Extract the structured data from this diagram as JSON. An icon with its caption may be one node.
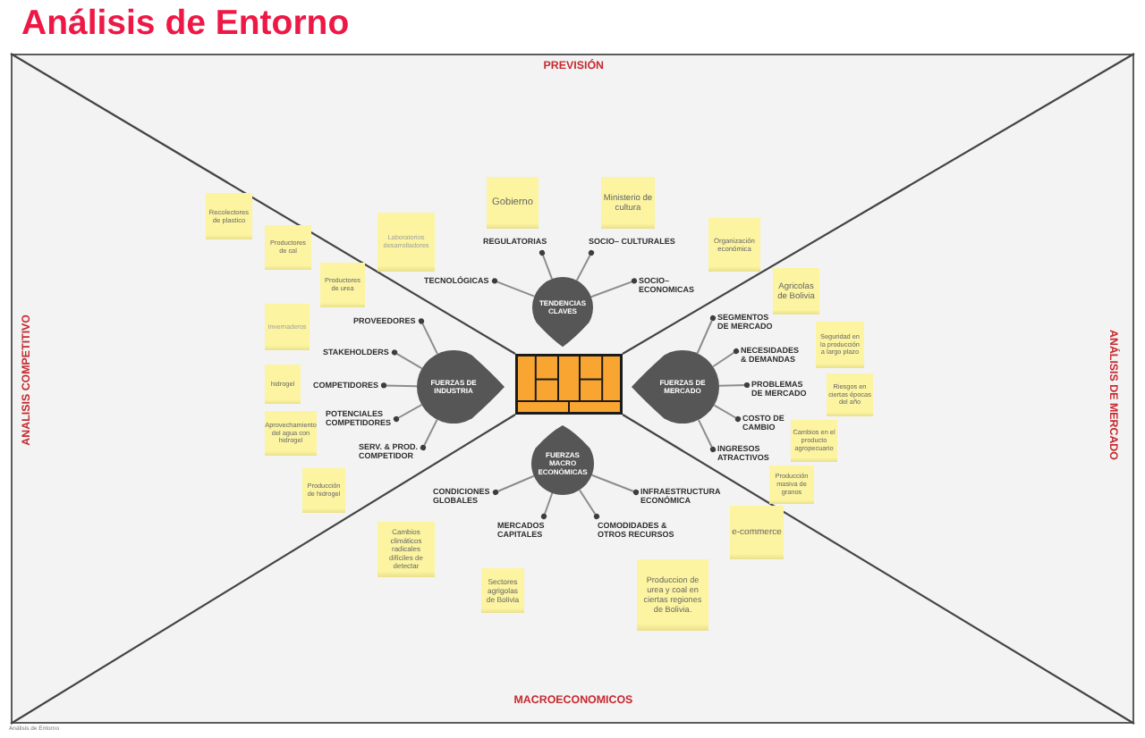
{
  "diagram": {
    "title": "Análisis de Entorno",
    "caption": "Análisis de Entorno",
    "nodes": [
      {
        "text": [],
        "shape": "box"
      },
      {
        "text": [
          "TENDENCIAS CLAVES"
        ]
      },
      {
        "text": [
          "REGULATORIAS"
        ]
      },
      {
        "text": [
          "SOCIO– CULTURALES"
        ]
      },
      {
        "text": [
          "TECNOLÓGICAS"
        ]
      },
      {
        "text": [
          "SOCIO– ECONOMICAS"
        ]
      },
      {
        "text": [
          "FUERZAS DE INDUSTRIA"
        ]
      },
      {
        "text": [
          "PROVEEDORES"
        ]
      },
      {
        "text": [
          "STAKEHOLDERS"
        ]
      },
      {
        "text": [
          "COMPETIDORES"
        ]
      },
      {
        "text": [
          "POTENCIALES COMPETIDORES"
        ]
      },
      {
        "text": [
          "SERV. & PROD. COMPETIDOR"
        ]
      },
      {
        "text": [
          "FUERZAS DE MERCADO"
        ]
      },
      {
        "text": [
          "SEGMENTOS DE MERCADO"
        ]
      },
      {
        "text": [
          "NECESIDADES & DEMANDAS"
        ]
      },
      {
        "text": [
          "PROBLEMAS DE MERCADO"
        ]
      },
      {
        "text": [
          "COSTO DE CAMBIO"
        ]
      },
      {
        "text": [
          "INGRESOS ATRACTIVOS"
        ]
      },
      {
        "text": [
          "FUERZAS MACRO ECONÓMICAS"
        ]
      },
      {
        "text": [
          "CONDICIONES GLOBALES"
        ]
      },
      {
        "text": [
          "MERCADOS CAPITALES"
        ]
      },
      {
        "text": [
          "INFRAESTRUCTURA ECONÓMICA"
        ]
      },
      {
        "text": [
          "COMODIDADES & OTROS RECURSOS"
        ]
      },
      {
        "text": [
          "Gobierno"
        ]
      },
      {
        "text": [
          "Ministerio de cultura"
        ]
      },
      {
        "text": [
          "Recolectores de plastico"
        ]
      },
      {
        "text": [
          "Laboratorios desarrolladores"
        ]
      },
      {
        "text": [
          "Organización económica"
        ]
      },
      {
        "text": [
          "Productores de cal"
        ]
      },
      {
        "text": [
          "Productores de urea"
        ]
      },
      {
        "text": [
          "Agricolas de Bolivia"
        ]
      },
      {
        "text": [
          "Invernaderos"
        ]
      },
      {
        "text": [
          "Seguridad en la producción a largo plazo"
        ]
      },
      {
        "text": [
          "hidrogel"
        ]
      },
      {
        "text": [
          "Riesgos en ciertas épocas del año"
        ]
      },
      {
        "text": [
          "Aprovechamiento del agua con hidrogel"
        ]
      },
      {
        "text": [
          "Cambios en el producto agropecuario"
        ]
      },
      {
        "text": [
          "Producción masiva de granos"
        ]
      },
      {
        "text": [
          "Producción de hidrogel"
        ]
      },
      {
        "text": [
          "e-commerce"
        ]
      },
      {
        "text": [
          "Cambios climáticos radicales difíciles de detectar"
        ]
      },
      {
        "text": [
          "Produccion de urea y coal en ciertas regiones de Bolivia."
        ]
      },
      {
        "text": [
          "Sectores agrigolas de Bolivia"
        ]
      }
    ],
    "edges": [
      {
        "from": 1,
        "to": 2,
        "arrow": "other"
      },
      {
        "from": 1,
        "to": 3,
        "arrow": "other"
      },
      {
        "from": 1,
        "to": 4,
        "arrow": "other"
      },
      {
        "from": 1,
        "to": 5,
        "arrow": "other"
      },
      {
        "from": 6,
        "to": 7,
        "arrow": "other"
      },
      {
        "from": 6,
        "to": 8,
        "arrow": "other"
      },
      {
        "from": 6,
        "to": 9,
        "arrow": "other"
      },
      {
        "from": 6,
        "to": 10,
        "arrow": "other"
      },
      {
        "from": 6,
        "to": 11,
        "arrow": "other"
      },
      {
        "from": 12,
        "to": 13,
        "arrow": "other"
      },
      {
        "from": 12,
        "to": 14,
        "arrow": "other"
      },
      {
        "from": 12,
        "to": 15,
        "arrow": "other"
      },
      {
        "from": 12,
        "to": 16,
        "arrow": "other"
      },
      {
        "from": 12,
        "to": 17,
        "arrow": "other"
      },
      {
        "from": 18,
        "to": 19,
        "arrow": "other"
      },
      {
        "from": 18,
        "to": 20,
        "arrow": "other"
      },
      {
        "from": 18,
        "to": 21,
        "arrow": "other"
      },
      {
        "from": 18,
        "to": 22,
        "arrow": "other"
      }
    ],
    "labels": [
      "PREVISIÓN",
      "ANALISIS COMPETITIVO",
      "ANÁLISIS DE MERCADO",
      "MACROECONOMICOS"
    ]
  }
}
